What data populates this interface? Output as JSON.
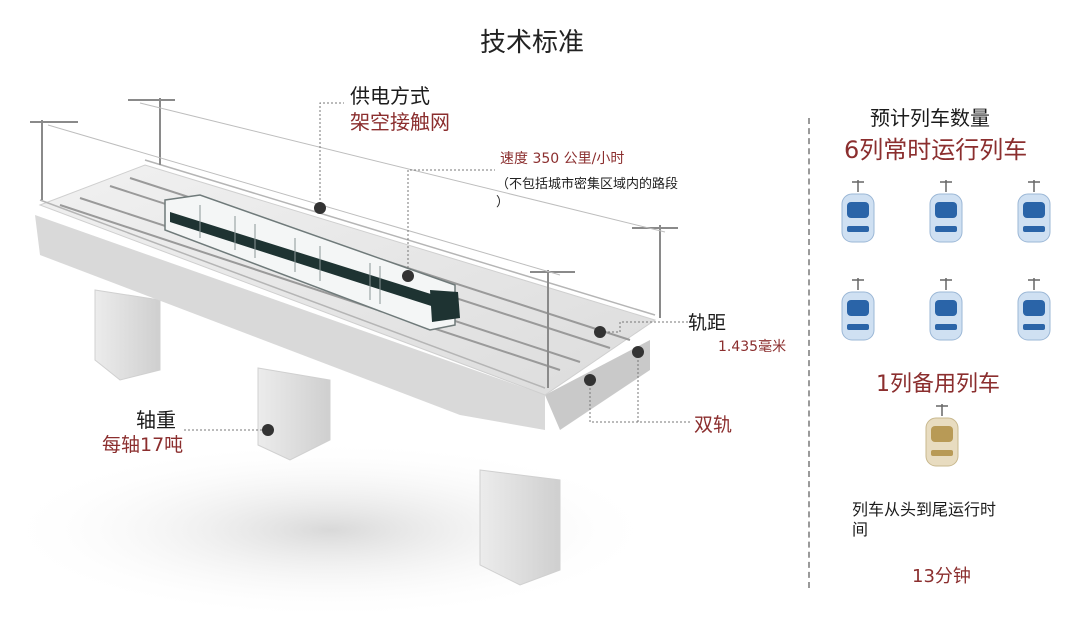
{
  "title": "技术标准",
  "power": {
    "label": "供电方式",
    "value": "架空接触网"
  },
  "speed": {
    "value": "速度 350 公里/小时",
    "note_line1": "（不包括城市密集区域内的路段",
    "note_line2": "）"
  },
  "gauge": {
    "label": "轨距",
    "value": "1.435毫米"
  },
  "track": {
    "label": "双轨"
  },
  "axle": {
    "label": "轴重",
    "value": "每轴17吨"
  },
  "fleet": {
    "heading": "预计列车数量",
    "regular": "6列常时运行列车",
    "regular_count": 6,
    "spare": "1列备用列车",
    "spare_count": 1,
    "trip_label_line1": "列车从头到尾运行时",
    "trip_label_line2": "间",
    "trip_time": "13分钟"
  },
  "colors": {
    "accent_red": "#8b2e2e",
    "tram_blue": "#2a64a8",
    "tram_gold": "#b89a56"
  },
  "icons": [
    "tram-icon",
    "spare-tram-icon"
  ]
}
